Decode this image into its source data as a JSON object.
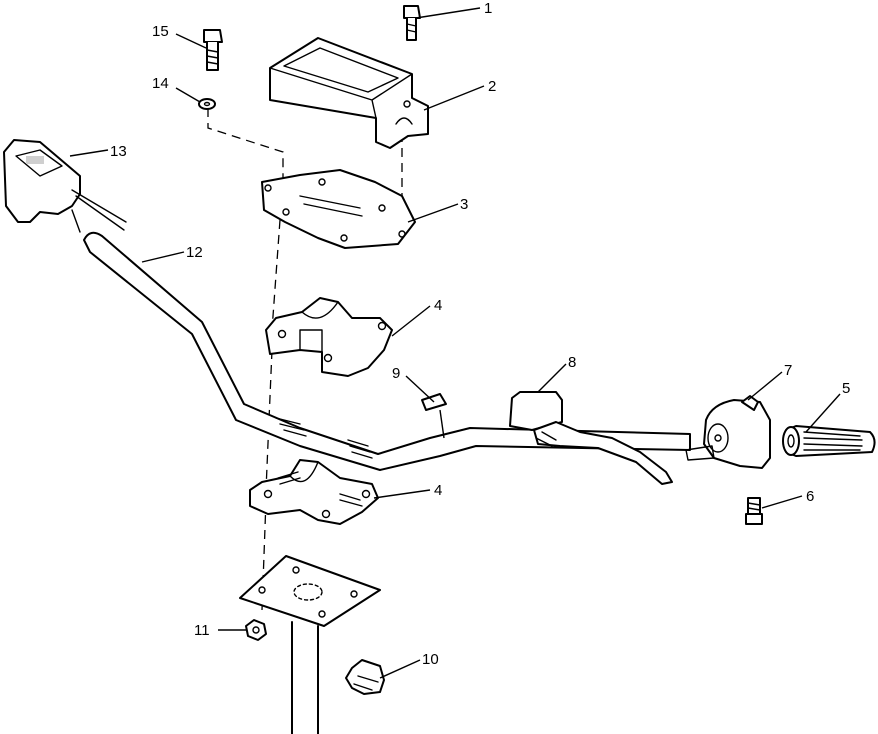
{
  "diagram": {
    "callouts": [
      "1",
      "2",
      "3",
      "4",
      "4",
      "5",
      "6",
      "7",
      "8",
      "9",
      "10",
      "11",
      "12",
      "13",
      "14",
      "15"
    ]
  }
}
